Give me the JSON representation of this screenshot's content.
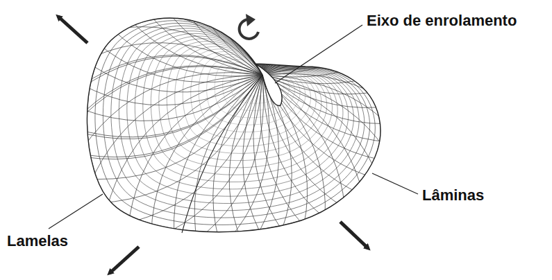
{
  "diagram": {
    "labels": [
      "Eixo de enrolamento",
      "Lâminas",
      "Lamelas"
    ]
  }
}
